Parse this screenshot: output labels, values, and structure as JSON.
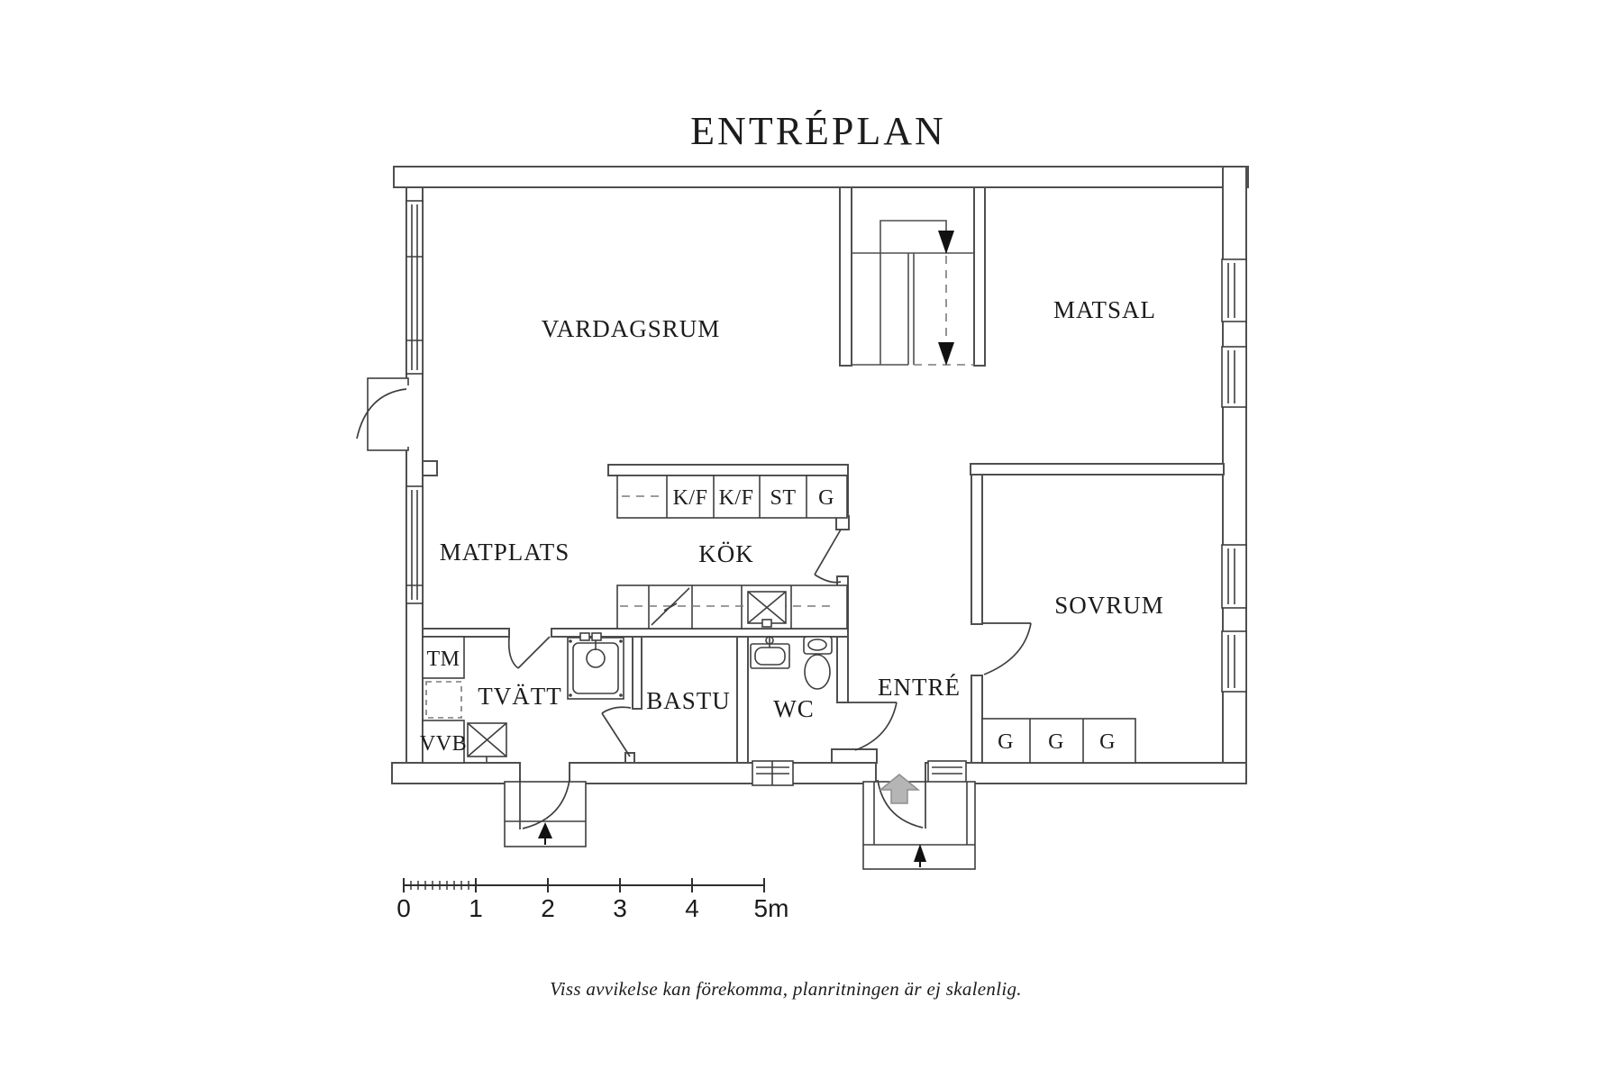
{
  "title": "ENTRÉPLAN",
  "rooms": {
    "vardagsrum": "VARDAGSRUM",
    "matsal": "MATSAL",
    "matplats": "MATPLATS",
    "kok": "KÖK",
    "tvatt": "TVÄTT",
    "bastu": "BASTU",
    "wc": "WC",
    "entre": "ENTRÉ",
    "sovrum": "SOVRUM"
  },
  "cabinets": {
    "kf1": "K/F",
    "kf2": "K/F",
    "st": "ST",
    "g_kitchen": "G",
    "tm": "TM",
    "vvb": "VVB",
    "wardrobe1": "G",
    "wardrobe2": "G",
    "wardrobe3": "G"
  },
  "scale_bar": {
    "tick_labels": [
      "0",
      "1",
      "2",
      "3",
      "4",
      "5m"
    ]
  },
  "disclaimer": "Viss avvikelse kan förekomma, planritningen är ej skalenlig.",
  "colors": {
    "wall": "#4f4f4f",
    "fixture": "#3f3f3f",
    "text": "#1c1c1c",
    "arrow_gray": "#b5b5b5"
  }
}
